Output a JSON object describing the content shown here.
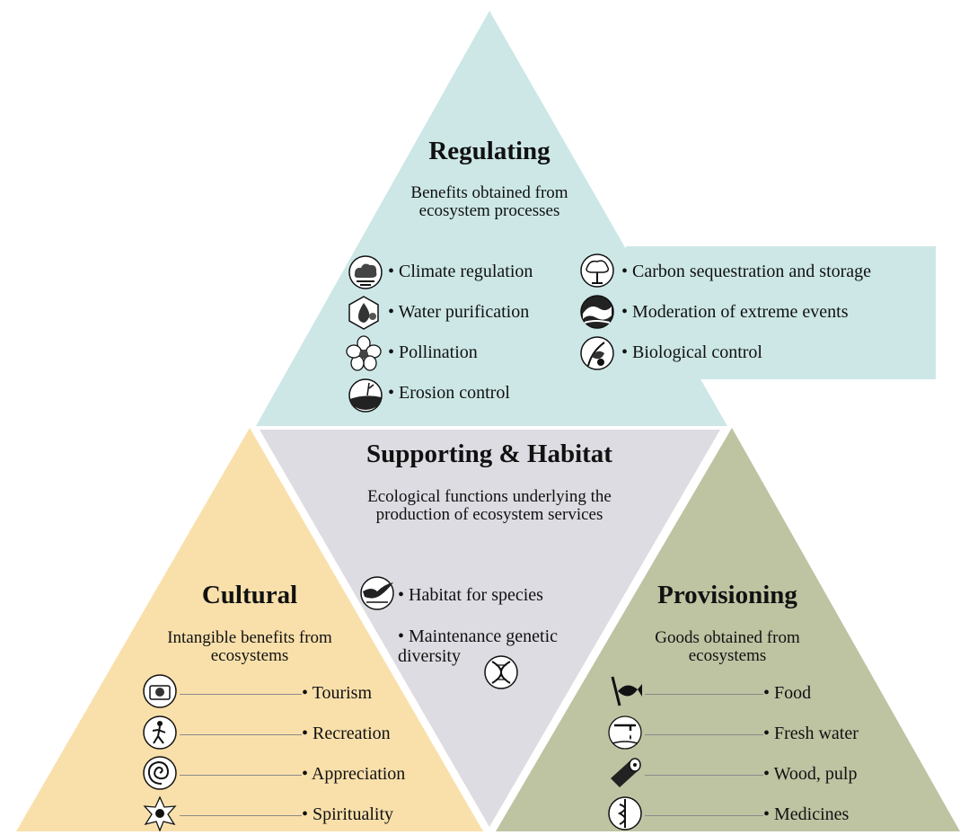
{
  "colors": {
    "regulating": "#cce7e6",
    "supporting": "#dcdce2",
    "cultural": "#f9e0ab",
    "provisioning": "#bec3a2"
  },
  "regulating": {
    "title": "Regulating",
    "subtitle_line1": "Benefits obtained from",
    "subtitle_line2": "ecosystem processes",
    "items_left": [
      {
        "label": "• Climate regulation",
        "icon": "cloud-icon"
      },
      {
        "label": "• Water purification",
        "icon": "water-drop-icon"
      },
      {
        "label": "• Pollination",
        "icon": "flower-icon"
      },
      {
        "label": "• Erosion control",
        "icon": "soil-icon"
      }
    ],
    "items_right": [
      {
        "label": "• Carbon sequestration and storage",
        "icon": "tree-icon"
      },
      {
        "label": "• Moderation of extreme events",
        "icon": "wave-icon"
      },
      {
        "label": "• Biological control",
        "icon": "ladybug-icon"
      }
    ]
  },
  "supporting": {
    "title": "Supporting & Habitat",
    "subtitle_line1": "Ecological functions underlying the",
    "subtitle_line2": "production of ecosystem services",
    "items": [
      {
        "label": "• Habitat for species",
        "icon": "bird-icon"
      },
      {
        "label_line1": "• Maintenance genetic",
        "label_line2": "diversity",
        "icon": "dna-icon"
      }
    ]
  },
  "cultural": {
    "title": "Cultural",
    "subtitle_line1": "Intangible benefits from",
    "subtitle_line2": "ecosystems",
    "items": [
      {
        "label": "• Tourism",
        "icon": "camera-icon"
      },
      {
        "label": "• Recreation",
        "icon": "hiker-icon"
      },
      {
        "label": "• Appreciation",
        "icon": "spiral-icon"
      },
      {
        "label": "• Spirituality",
        "icon": "lotus-icon"
      }
    ]
  },
  "provisioning": {
    "title": "Provisioning",
    "subtitle_line1": "Goods obtained from",
    "subtitle_line2": "ecosystems",
    "items": [
      {
        "label": "• Food",
        "icon": "fish-icon"
      },
      {
        "label": "• Fresh water",
        "icon": "tap-icon"
      },
      {
        "label": "• Wood, pulp",
        "icon": "log-icon"
      },
      {
        "label": "• Medicines",
        "icon": "caduceus-icon"
      }
    ]
  }
}
